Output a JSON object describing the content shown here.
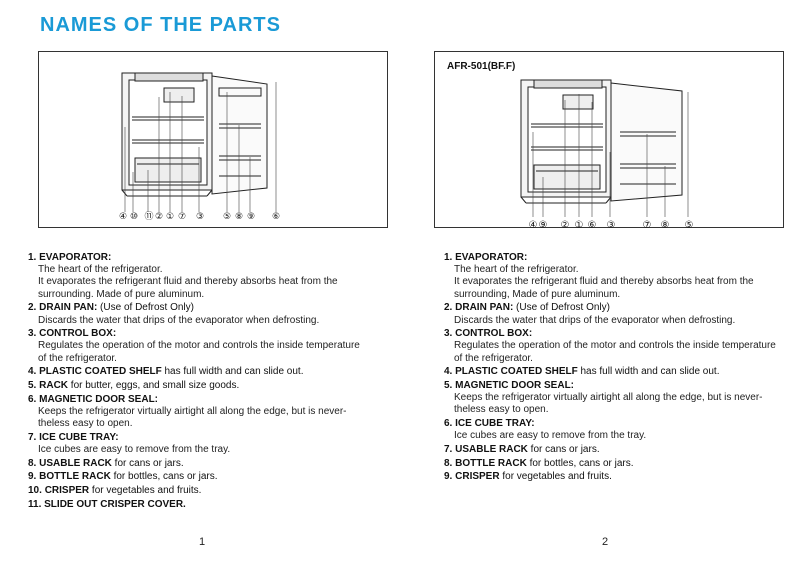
{
  "title": "NAMES OF THE PARTS",
  "left": {
    "callouts": [
      "④",
      "⑩",
      "⑪",
      "②",
      "①",
      "⑦",
      "③",
      "⑤",
      "⑧",
      "⑨",
      "⑥"
    ],
    "parts": [
      {
        "num": "1.",
        "name": "EVAPORATOR:",
        "rest": "",
        "lines": [
          "The heart of the refrigerator.",
          "It evaporates the refrigerant fluid and thereby absorbs heat from the",
          "surrounding. Made of pure aluminum."
        ]
      },
      {
        "num": "2.",
        "name": "DRAIN PAN:",
        "rest": " (Use of Defrost Only)",
        "lines": [
          "Discards the water that drips of the evaporator when defrosting."
        ]
      },
      {
        "num": "3.",
        "name": "CONTROL BOX:",
        "rest": "",
        "lines": [
          "Regulates the operation of the motor and controls the inside temperature",
          "of the refrigerator."
        ]
      },
      {
        "num": "4.",
        "name": "PLASTIC COATED SHELF",
        "rest": " has full width and can slide out.",
        "lines": []
      },
      {
        "num": "5.",
        "name": "RACK",
        "rest": " for butter, eggs, and small size goods.",
        "lines": []
      },
      {
        "num": "6.",
        "name": "MAGNETIC DOOR SEAL:",
        "rest": "",
        "lines": [
          "Keeps the refrigerator virtually airtight all along the edge, but is never-",
          "theless easy to open."
        ]
      },
      {
        "num": "7.",
        "name": "ICE CUBE TRAY:",
        "rest": "",
        "lines": [
          "Ice cubes are easy to remove from the tray."
        ]
      },
      {
        "num": "8.",
        "name": "USABLE RACK",
        "rest": " for cans or jars.",
        "lines": []
      },
      {
        "num": "9.",
        "name": "BOTTLE RACK",
        "rest": " for bottles, cans or jars.",
        "lines": []
      },
      {
        "num": "10.",
        "name": "CRISPER",
        "rest": " for vegetables and fruits.",
        "lines": []
      },
      {
        "num": "11.",
        "name": "SLIDE OUT CRISPER COVER.",
        "rest": "",
        "lines": []
      }
    ],
    "page_number": "1"
  },
  "right": {
    "model": "AFR-501(BF.F)",
    "callouts": [
      "④",
      "⑨",
      "②",
      "①",
      "⑥",
      "③",
      "⑦",
      "⑧",
      "⑤"
    ],
    "parts": [
      {
        "num": "1.",
        "name": "EVAPORATOR:",
        "rest": "",
        "lines": [
          "The heart of the refrigerator.",
          "It evaporates the refrigerant fluid and thereby absorbs heat from the",
          "surrounding, Made of pure aluminum."
        ]
      },
      {
        "num": "2.",
        "name": "DRAIN PAN:",
        "rest": " (Use of Defrost Only)",
        "lines": [
          "Discards the water that drips of the evaporator when defrosting."
        ]
      },
      {
        "num": "3.",
        "name": "CONTROL BOX:",
        "rest": "",
        "lines": [
          "Regulates the operation of the motor and controls the inside temperature",
          "of the refrigerator."
        ]
      },
      {
        "num": "4.",
        "name": "PLASTIC COATED SHELF",
        "rest": " has full width and can slide out.",
        "lines": []
      },
      {
        "num": "5.",
        "name": "MAGNETIC DOOR SEAL:",
        "rest": "",
        "lines": [
          "Keeps the refrigerator virtually airtight all along the edge, but is never-",
          "theless easy to open."
        ]
      },
      {
        "num": "6.",
        "name": "ICE CUBE TRAY:",
        "rest": "",
        "lines": [
          "Ice cubes are easy to remove from the tray."
        ]
      },
      {
        "num": "7.",
        "name": "USABLE RACK",
        "rest": " for cans or jars.",
        "lines": []
      },
      {
        "num": "8.",
        "name": "BOTTLE RACK",
        "rest": " for bottles, cans or jars.",
        "lines": []
      },
      {
        "num": "9.",
        "name": "CRISPER",
        "rest": " for vegetables and fruits.",
        "lines": []
      }
    ],
    "page_number": "2"
  }
}
